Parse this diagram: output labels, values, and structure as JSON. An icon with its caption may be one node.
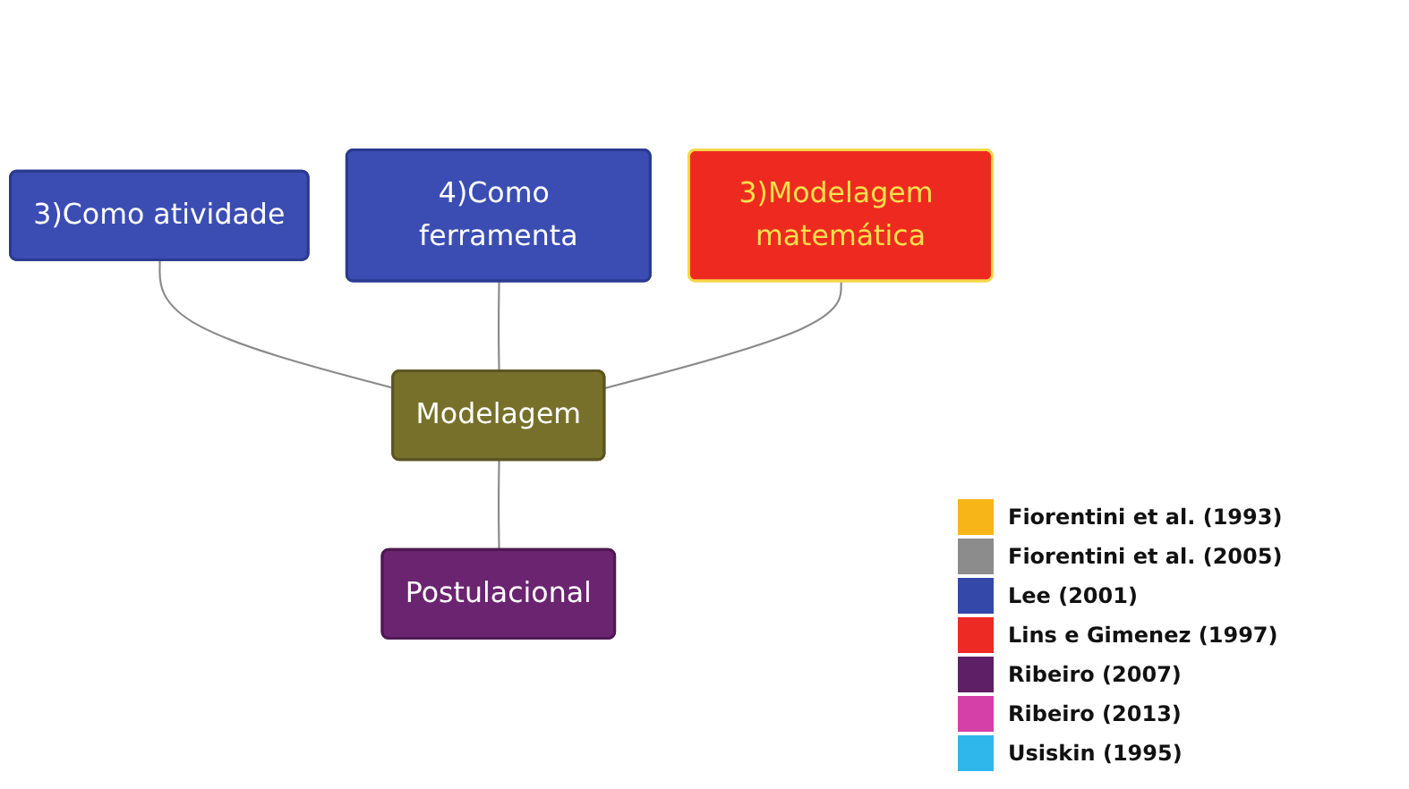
{
  "diagram": {
    "nodes": [
      {
        "text": [
          "3)Como atividade"
        ]
      },
      {
        "text": [
          "4)Como ferramenta"
        ]
      },
      {
        "text": [
          "3)Modelagem matemática"
        ]
      },
      {
        "text": [
          "Modelagem"
        ]
      },
      {
        "text": [
          "Postulacional"
        ]
      }
    ],
    "edges": [
      {
        "from": 0,
        "to": 3,
        "arrow": "none"
      },
      {
        "from": 1,
        "to": 3,
        "arrow": "none"
      },
      {
        "from": 2,
        "to": 3,
        "arrow": "none"
      },
      {
        "from": 3,
        "to": 4,
        "arrow": "none"
      }
    ],
    "legend": [
      {
        "text": "Fiorentini et al. (1993)",
        "color": "#f7b518"
      },
      {
        "text": "Fiorentini et al. (2005)",
        "color": "#8c8c8c"
      },
      {
        "text": "Lee (2001)",
        "color": "#3348a8"
      },
      {
        "text": "Lins e Gimenez (1997)",
        "color": "#ee2a24"
      },
      {
        "text": "Ribeiro (2007)",
        "color": "#5e1f66"
      },
      {
        "text": "Ribeiro (2013)",
        "color": "#d43fa8"
      },
      {
        "text": "Usiskin (1995)",
        "color": "#2fb6ea"
      }
    ]
  }
}
